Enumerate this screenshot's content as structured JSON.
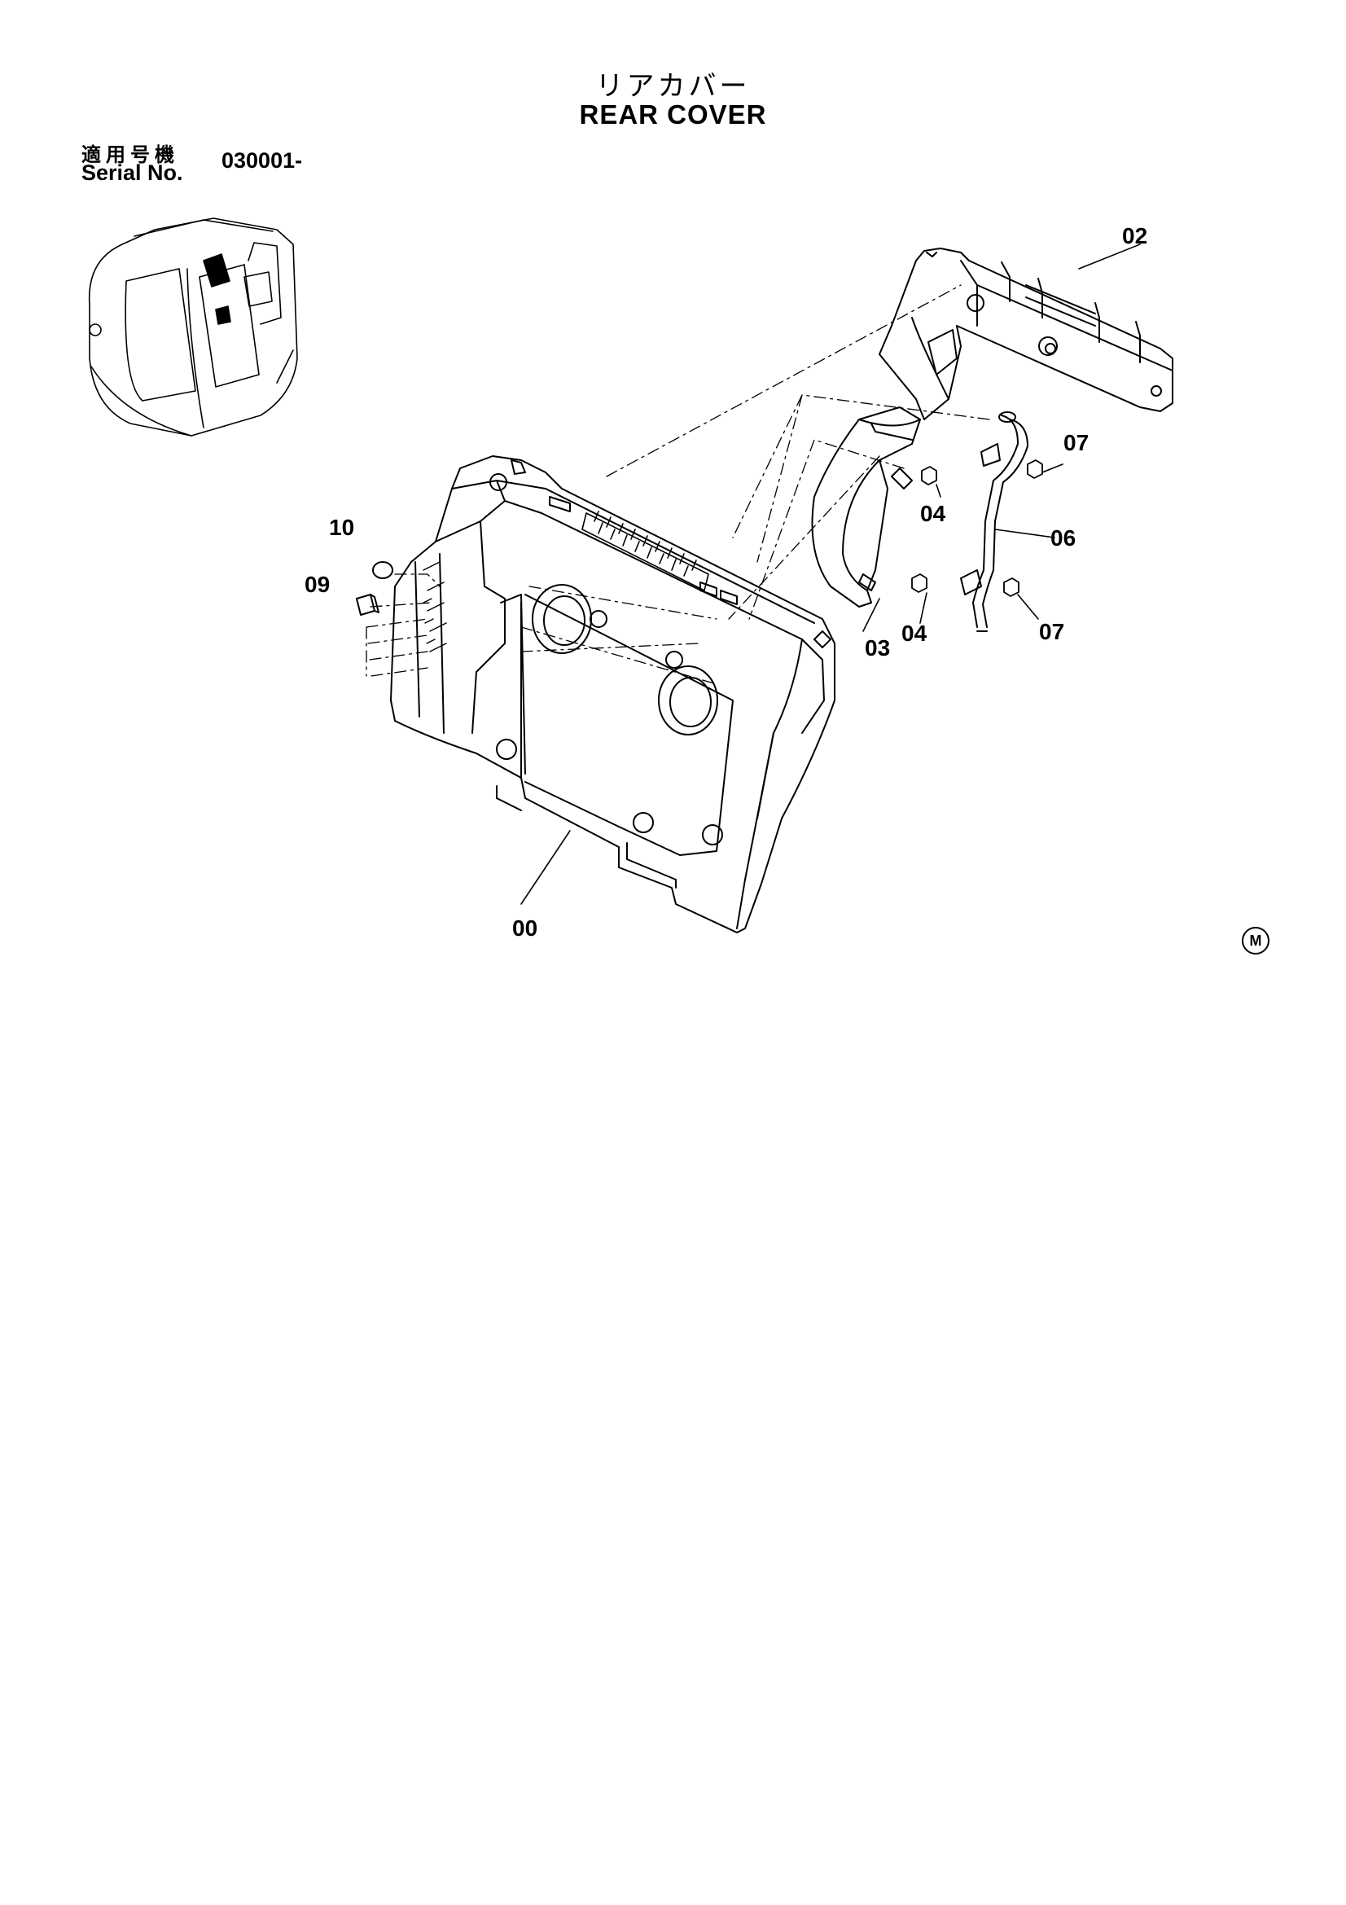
{
  "header": {
    "title_jp": "リアカバー",
    "title_en": "REAR COVER",
    "serial_label_jp": "適用号機",
    "serial_label_en": "Serial No.",
    "serial_value": "030001-"
  },
  "callouts": {
    "p00": "00",
    "p02": "02",
    "p03": "03",
    "p04a": "04",
    "p04b": "04",
    "p06": "06",
    "p07a": "07",
    "p07b": "07",
    "p09": "09",
    "p10": "10"
  },
  "marks": {
    "m_symbol": "M"
  },
  "icons": {
    "location": "excavator-location-icon"
  }
}
